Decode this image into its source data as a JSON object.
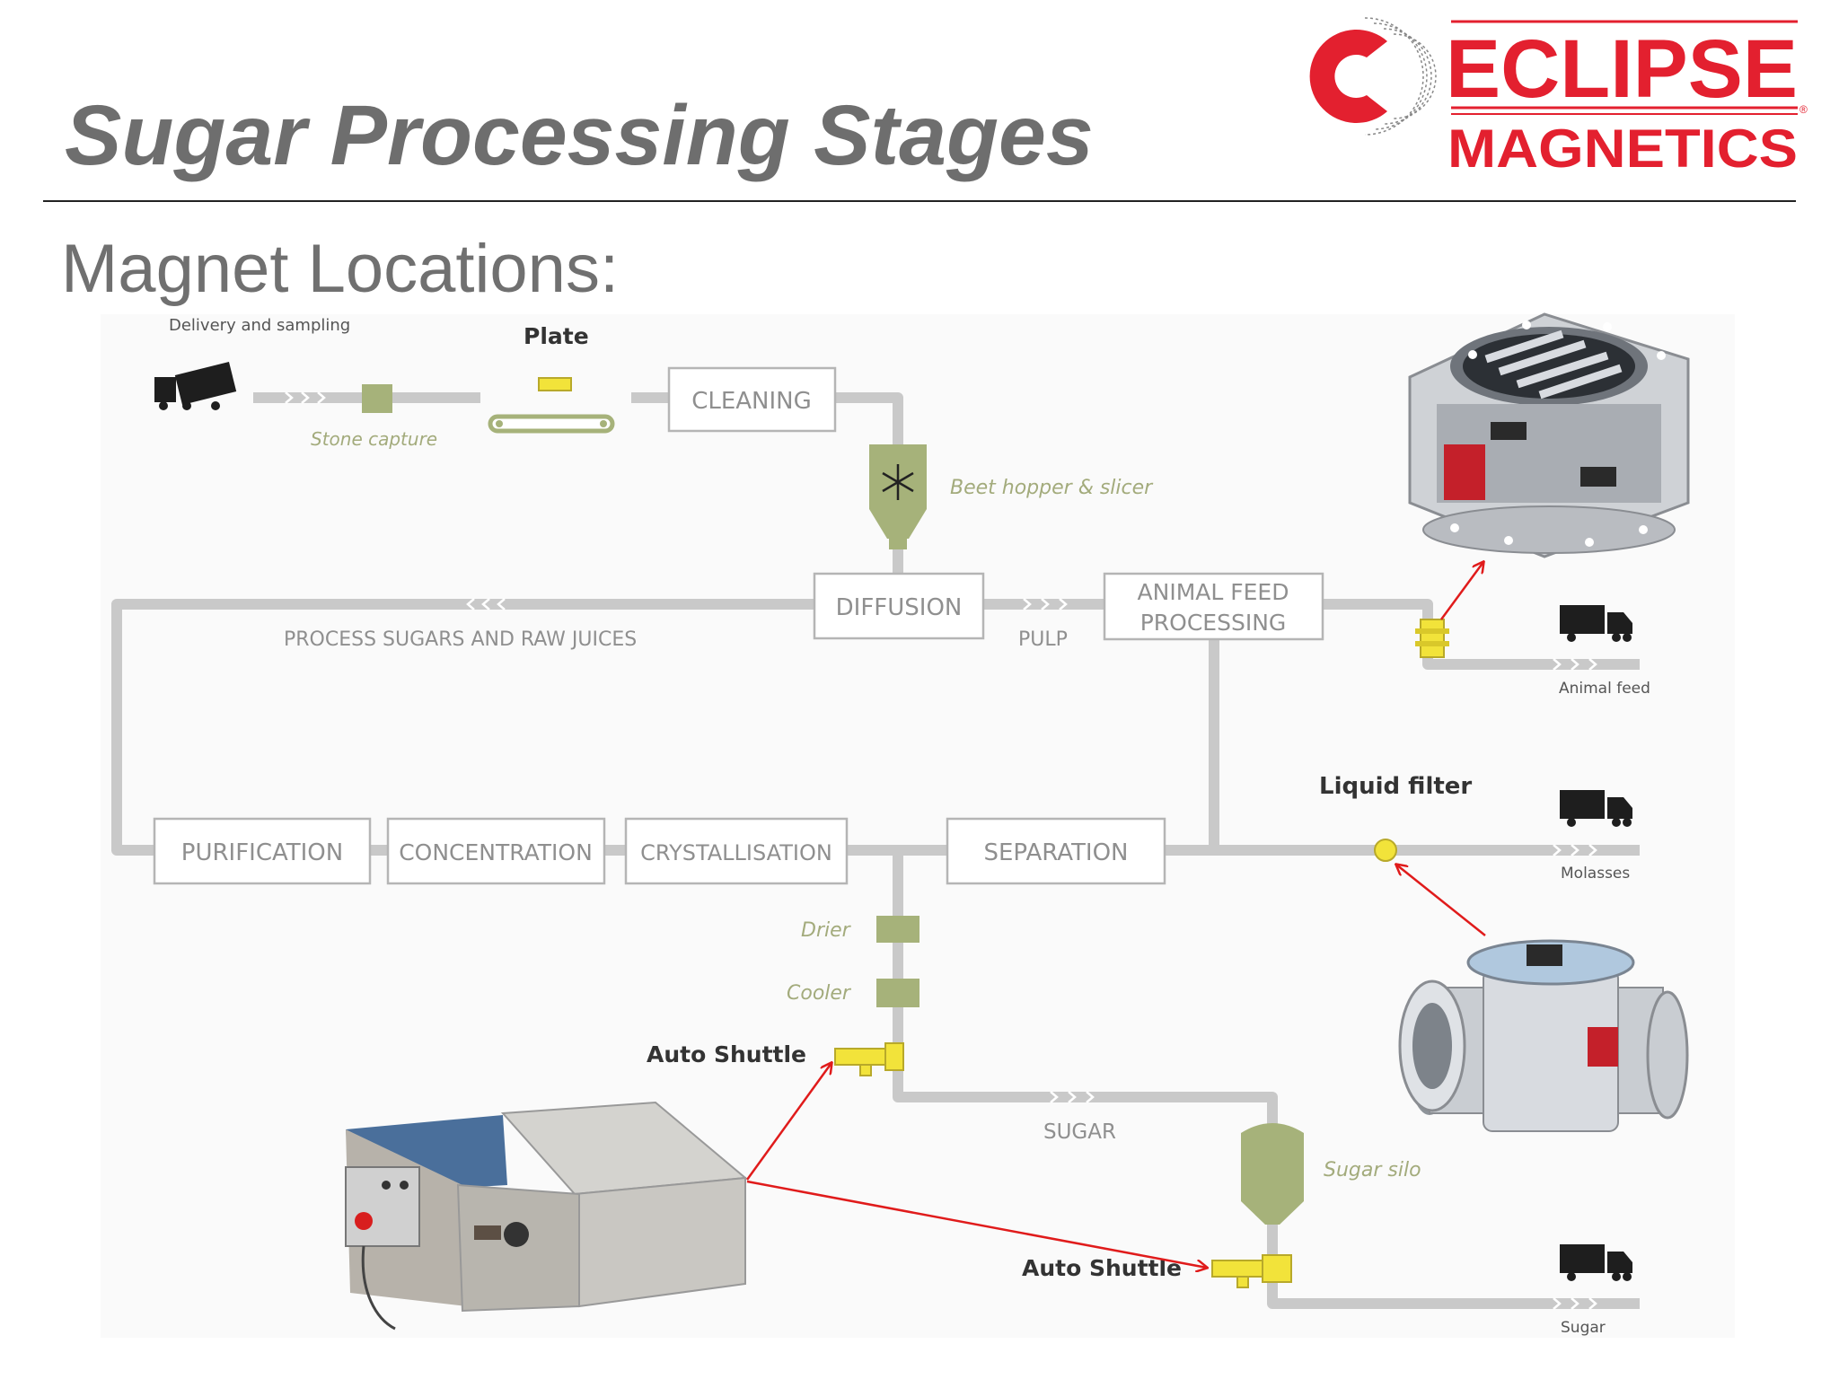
{
  "slide": {
    "title": "Sugar Processing Stages",
    "subtitle": "Magnet Locations:"
  },
  "brand": {
    "line1": "ECLIPSE",
    "line2": "MAGNETICS",
    "registered": "®",
    "color": "#e3202f"
  },
  "colors": {
    "pipe": "#c9c9c9",
    "stage_border": "#b5b5b5",
    "stage_text": "#8f8f8f",
    "equipment": "#a6b27a",
    "equipment_text": "#a3ab7c",
    "magnet": "#f2e33a",
    "arrow": "#e01b1b",
    "truck": "#1e1e1e"
  },
  "diagram": {
    "start_label": "Delivery and sampling",
    "stone_capture": "Stone capture",
    "plate_label": "Plate",
    "beet_hopper": "Beet hopper & slicer",
    "process_label": "PROCESS SUGARS AND RAW JUICES",
    "pulp_label": "PULP",
    "sugar_label": "SUGAR",
    "drier": "Drier",
    "cooler": "Cooler",
    "sugar_silo": "Sugar silo",
    "liquid_filter": "Liquid filter",
    "auto_shuttle_1": "Auto Shuttle",
    "auto_shuttle_2": "Auto Shuttle",
    "stages": {
      "cleaning": "CLEANING",
      "diffusion": "DIFFUSION",
      "animal_feed_1": "ANIMAL FEED",
      "animal_feed_2": "PROCESSING",
      "purification": "PURIFICATION",
      "concentration": "CONCENTRATION",
      "crystallisation": "CRYSTALLISATION",
      "separation": "SEPARATION"
    },
    "outputs": {
      "animal_feed": "Animal feed",
      "molasses": "Molasses",
      "sugar": "Sugar"
    }
  }
}
